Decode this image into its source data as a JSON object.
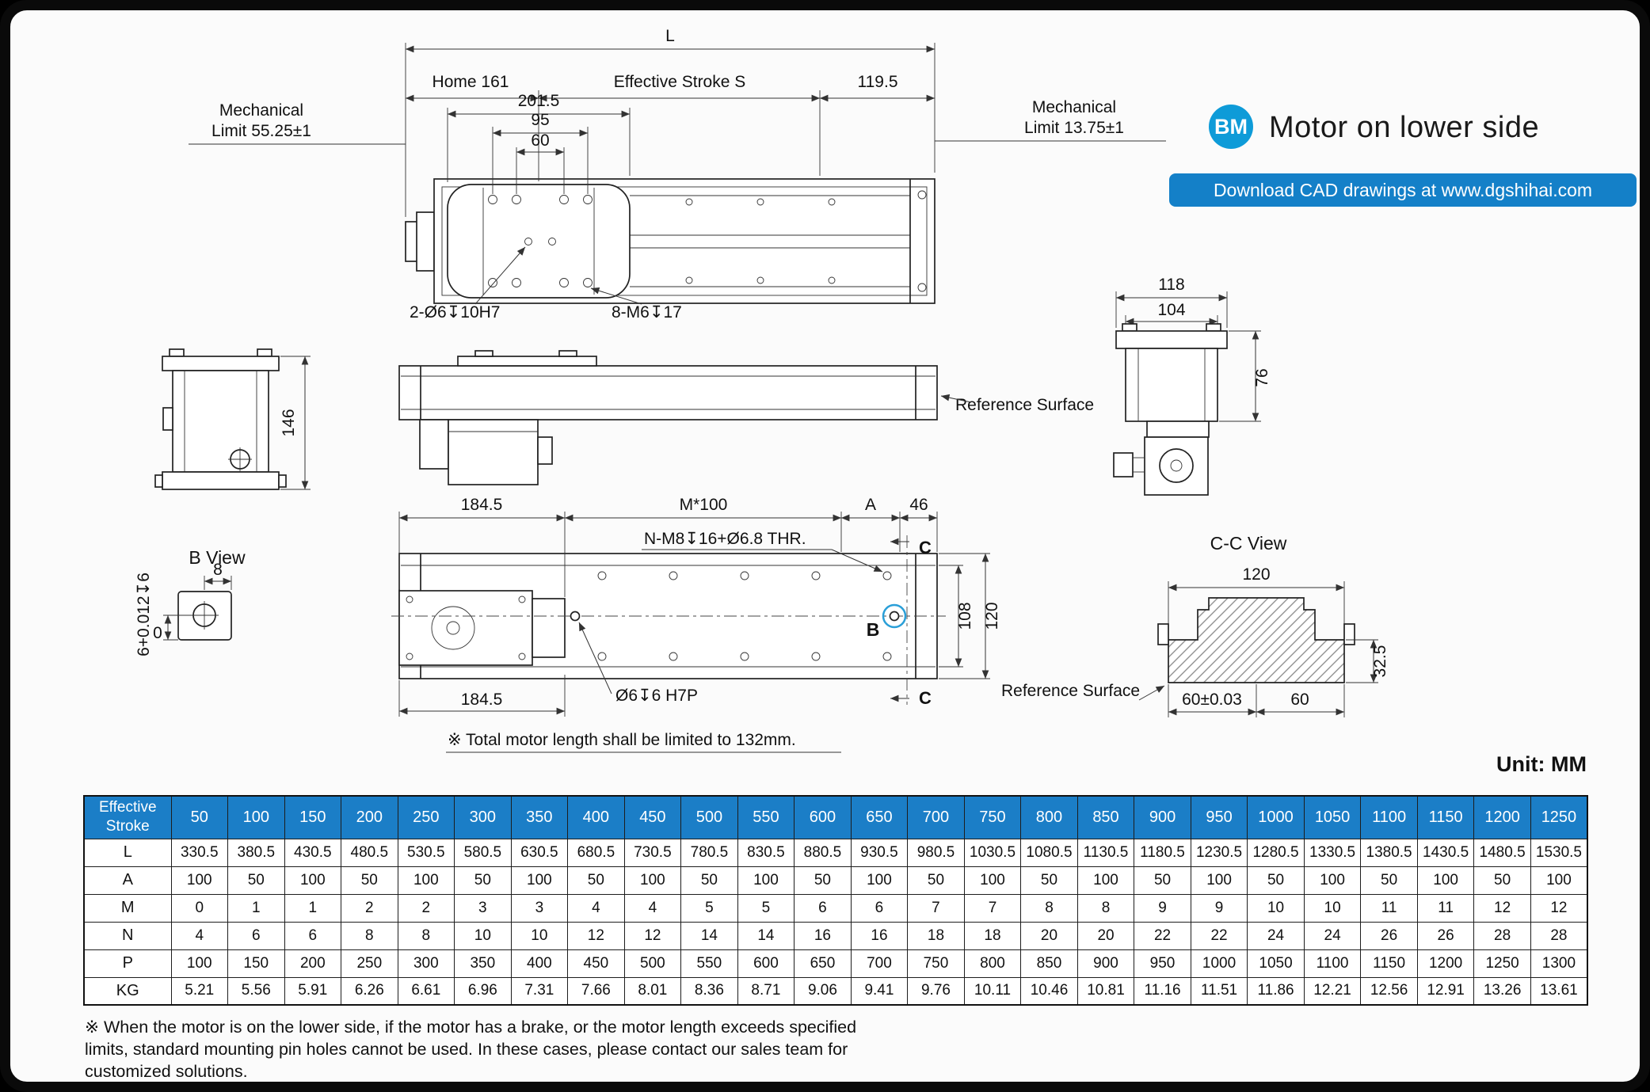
{
  "header": {
    "badge": "BM",
    "title": "Motor on lower side",
    "banner": "Download CAD drawings at www.dgshihai.com",
    "unit": "Unit: MM"
  },
  "drawing": {
    "labels": {
      "reference_surface": "Reference Surface"
    },
    "plan": {
      "dim_total_length": "L",
      "dim_home": "Home 161",
      "dim_stroke": "Effective Stroke S",
      "dim_right_offset": "119.5",
      "dim_201_5": "201.5",
      "dim_95": "95",
      "dim_60": "60",
      "mech_limit_left_1": "Mechanical",
      "mech_limit_left_2": "Limit 55.25±1",
      "mech_limit_right_1": "Mechanical",
      "mech_limit_right_2": "Limit 13.75±1",
      "callout_pin_holes": "2-Ø6↧10H7",
      "callout_screw_holes": "8-M6↧17"
    },
    "left_view": {
      "dim_height": "146"
    },
    "right_view": {
      "dim_plate_width": "118",
      "dim_body_width": "104",
      "dim_height": "76"
    },
    "b_view": {
      "title": "B View",
      "dim_width": "8",
      "dim_tolerance": "6+0.012↧6",
      "dim_tolerance_low": "0"
    },
    "bottom_view": {
      "dim_motor_length_top": "184.5",
      "dim_hole_pitch": "M*100",
      "dim_a": "A",
      "dim_46": "46",
      "callout_mounting_holes": "N-M8↧16+Ø6.8 THR.",
      "section_c_top": "C",
      "section_c_bottom": "C",
      "marker_b": "B",
      "dim_width_inner": "108",
      "dim_width_outer": "120",
      "dim_motor_length_bottom": "184.5",
      "callout_pin_hole": "Ø6↧6 H7P",
      "note_motor_length": "※ Total motor length shall be limited to 132mm."
    },
    "cc_view": {
      "title": "C-C View",
      "dim_width": "120",
      "dim_height": "32.5",
      "dim_left": "60±0.03",
      "dim_right": "60"
    }
  },
  "table": {
    "corner_label_1": "Effective",
    "corner_label_2": "Stroke",
    "strokes": [
      "50",
      "100",
      "150",
      "200",
      "250",
      "300",
      "350",
      "400",
      "450",
      "500",
      "550",
      "600",
      "650",
      "700",
      "750",
      "800",
      "850",
      "900",
      "950",
      "1000",
      "1050",
      "1100",
      "1150",
      "1200",
      "1250"
    ],
    "rows": [
      {
        "label": "L",
        "values": [
          "330.5",
          "380.5",
          "430.5",
          "480.5",
          "530.5",
          "580.5",
          "630.5",
          "680.5",
          "730.5",
          "780.5",
          "830.5",
          "880.5",
          "930.5",
          "980.5",
          "1030.5",
          "1080.5",
          "1130.5",
          "1180.5",
          "1230.5",
          "1280.5",
          "1330.5",
          "1380.5",
          "1430.5",
          "1480.5",
          "1530.5"
        ]
      },
      {
        "label": "A",
        "values": [
          "100",
          "50",
          "100",
          "50",
          "100",
          "50",
          "100",
          "50",
          "100",
          "50",
          "100",
          "50",
          "100",
          "50",
          "100",
          "50",
          "100",
          "50",
          "100",
          "50",
          "100",
          "50",
          "100",
          "50",
          "100"
        ]
      },
      {
        "label": "M",
        "values": [
          "0",
          "1",
          "1",
          "2",
          "2",
          "3",
          "3",
          "4",
          "4",
          "5",
          "5",
          "6",
          "6",
          "7",
          "7",
          "8",
          "8",
          "9",
          "9",
          "10",
          "10",
          "11",
          "11",
          "12",
          "12"
        ]
      },
      {
        "label": "N",
        "values": [
          "4",
          "6",
          "6",
          "8",
          "8",
          "10",
          "10",
          "12",
          "12",
          "14",
          "14",
          "16",
          "16",
          "18",
          "18",
          "20",
          "20",
          "22",
          "22",
          "24",
          "24",
          "26",
          "26",
          "28",
          "28"
        ]
      },
      {
        "label": "P",
        "values": [
          "100",
          "150",
          "200",
          "250",
          "300",
          "350",
          "400",
          "450",
          "500",
          "550",
          "600",
          "650",
          "700",
          "750",
          "800",
          "850",
          "900",
          "950",
          "1000",
          "1050",
          "1100",
          "1150",
          "1200",
          "1250",
          "1300"
        ]
      },
      {
        "label": "KG",
        "values": [
          "5.21",
          "5.56",
          "5.91",
          "6.26",
          "6.61",
          "6.96",
          "7.31",
          "7.66",
          "8.01",
          "8.36",
          "8.71",
          "9.06",
          "9.41",
          "9.76",
          "10.11",
          "10.46",
          "10.81",
          "11.16",
          "11.51",
          "11.86",
          "12.21",
          "12.56",
          "12.91",
          "13.26",
          "13.61"
        ]
      }
    ]
  },
  "footer": {
    "note_line_1": "※ When the motor is on the lower side, if the motor has a brake, or the motor length exceeds specified",
    "note_line_2": "limits, standard mounting pin holes cannot be used. In these cases, please contact our sales team for",
    "note_line_3": "customized solutions."
  },
  "colors": {
    "badge_blue": "#0e9bd8",
    "banner_blue": "#1480c8",
    "table_header_blue": "#1b7ec7",
    "highlight_blue": "#2a9fd8"
  }
}
